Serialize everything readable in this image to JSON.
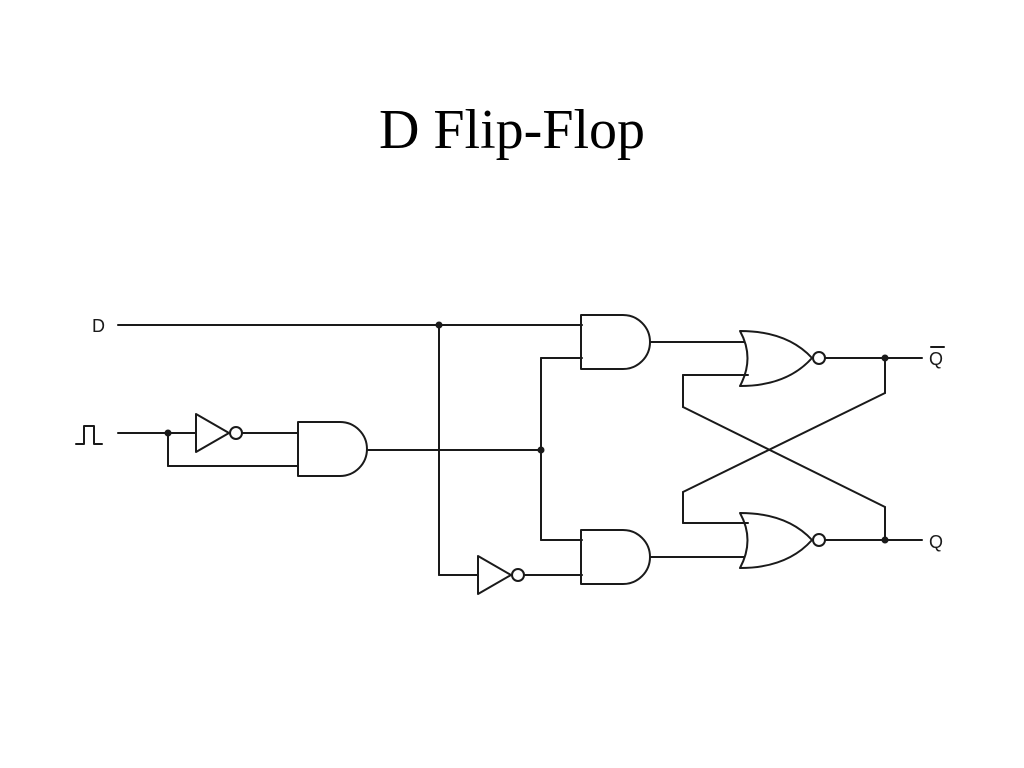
{
  "title": "D Flip-Flop",
  "labels": {
    "d_input": "D",
    "q_output": "Q",
    "q_bar_output": "Q"
  },
  "icons": {
    "clock_input": "clock-pulse-icon"
  }
}
